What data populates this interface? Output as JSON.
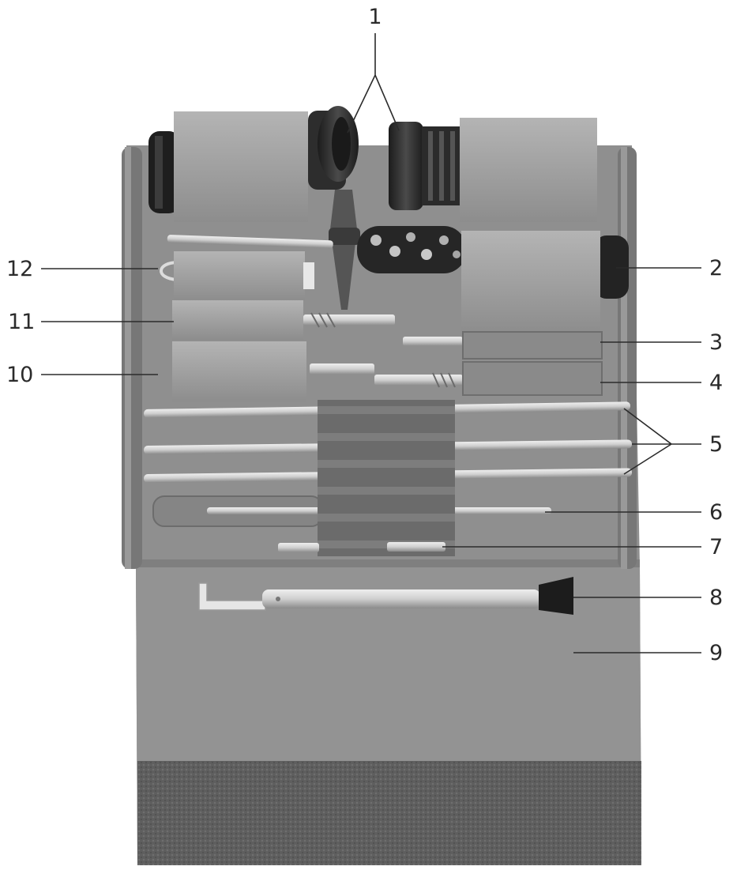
{
  "figure": {
    "subject": "cleaning kit pouch with tools",
    "colors": {
      "background": "#ffffff",
      "pouch": "#8f8f8f",
      "pouch_shadow": "#6f6f6f",
      "strap": "#a8a8a8",
      "strap_dark": "#7d7d7d",
      "metal": "#d4d4d4",
      "metal_dark": "#9c9c9c",
      "black_part": "#2a2a2a",
      "velcro": "#5e5e5e",
      "leader": "#2b2b2b"
    }
  },
  "callouts": [
    {
      "id": "1",
      "label": "1"
    },
    {
      "id": "2",
      "label": "2"
    },
    {
      "id": "3",
      "label": "3"
    },
    {
      "id": "4",
      "label": "4"
    },
    {
      "id": "5",
      "label": "5"
    },
    {
      "id": "6",
      "label": "6"
    },
    {
      "id": "7",
      "label": "7"
    },
    {
      "id": "8",
      "label": "8"
    },
    {
      "id": "9",
      "label": "9"
    },
    {
      "id": "10",
      "label": "10"
    },
    {
      "id": "11",
      "label": "11"
    },
    {
      "id": "12",
      "label": "12"
    }
  ]
}
